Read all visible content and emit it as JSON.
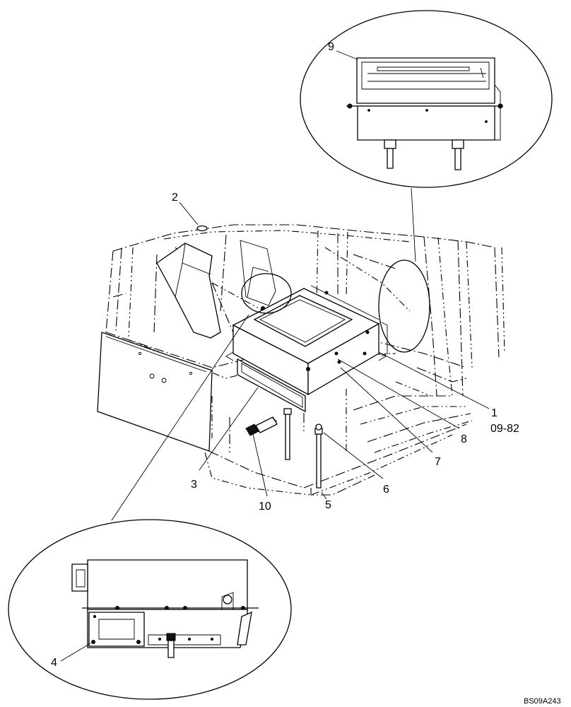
{
  "callouts": {
    "c1": "1",
    "c1_ref": "09-82",
    "c2": "2",
    "c3": "3",
    "c4": "4",
    "c5": "5",
    "c6": "6",
    "c7": "7",
    "c8": "8",
    "c9": "9",
    "c10": "10"
  },
  "figure_code": "BS09A243"
}
